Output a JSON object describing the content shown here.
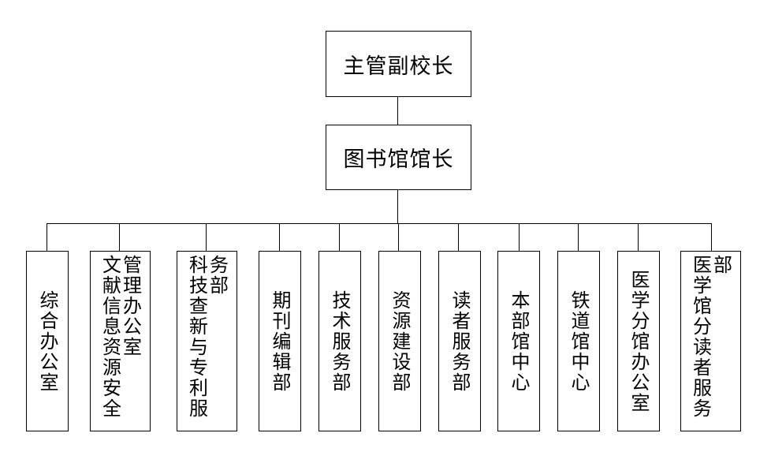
{
  "top": {
    "vice_principal": "主管副校长",
    "library_director": "图书馆馆长"
  },
  "departments": [
    "综合办公室",
    "文献信息资源安全管理办公室",
    "科技查新与专利服务部",
    "期刊编辑部",
    "技术服务部",
    "资源建设部",
    "读者服务部",
    "本部馆中心",
    "铁道馆中心",
    "医学分馆办公室",
    "医学馆分读者服务部"
  ]
}
